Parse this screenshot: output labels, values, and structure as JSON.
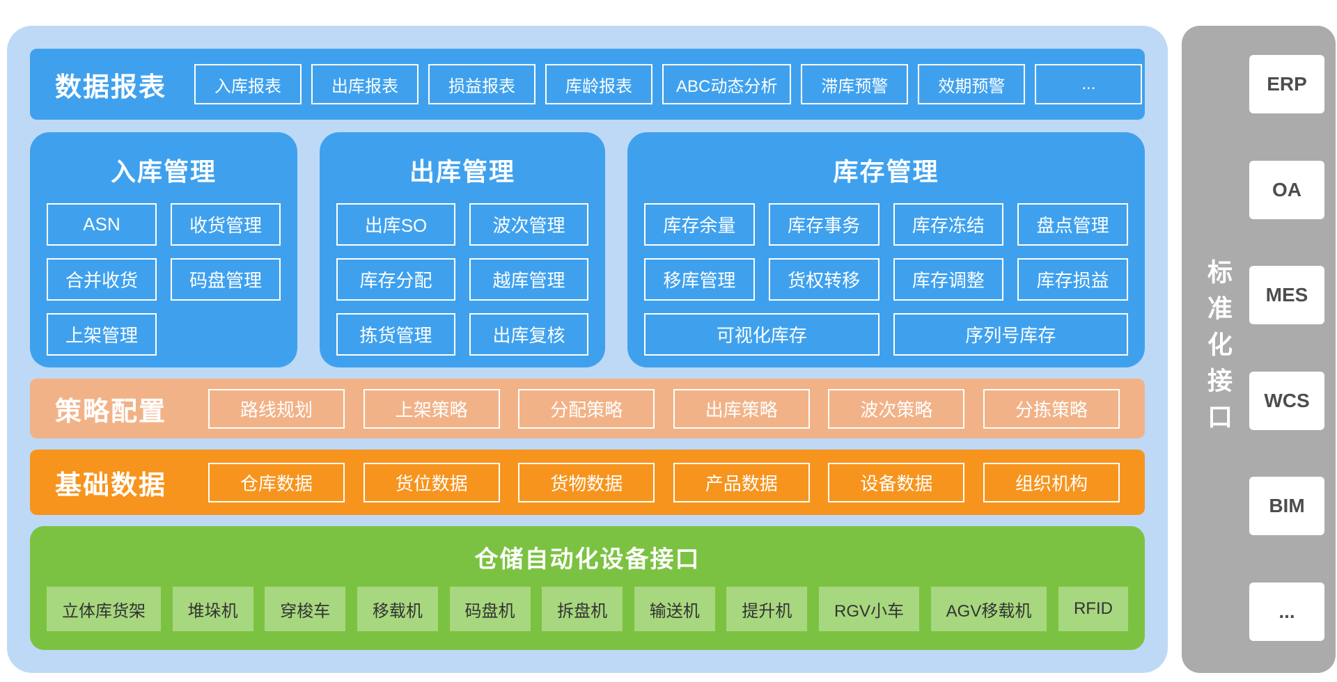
{
  "palette": {
    "container_bg": "#BED9F6",
    "blue": "#3FA1EE",
    "salmon": "#F2B287",
    "orange": "#F7941D",
    "green": "#7CC242",
    "green_item": "#A7D77E",
    "gray": "#ABABAB"
  },
  "reports_bar": {
    "title": "数据报表",
    "items": [
      "入库报表",
      "出库报表",
      "损益报表",
      "库龄报表",
      "ABC动态分析",
      "滞库预警",
      "效期预警",
      "..."
    ]
  },
  "panels": {
    "inbound": {
      "title": "入库管理",
      "items": [
        "ASN",
        "收货管理",
        "合并收货",
        "码盘管理",
        "上架管理"
      ]
    },
    "outbound": {
      "title": "出库管理",
      "items": [
        "出库SO",
        "波次管理",
        "库存分配",
        "越库管理",
        "拣货管理",
        "出库复核"
      ]
    },
    "inventory": {
      "title": "库存管理",
      "items": [
        "库存余量",
        "库存事务",
        "库存冻结",
        "盘点管理",
        "移库管理",
        "货权转移",
        "库存调整",
        "库存损益"
      ],
      "wide_items": [
        "可视化库存",
        "序列号库存"
      ]
    }
  },
  "strategy_bar": {
    "title": "策略配置",
    "items": [
      "路线规划",
      "上架策略",
      "分配策略",
      "出库策略",
      "波次策略",
      "分拣策略"
    ]
  },
  "basic_data_bar": {
    "title": "基础数据",
    "items": [
      "仓库数据",
      "货位数据",
      "货物数据",
      "产品数据",
      "设备数据",
      "组织机构"
    ]
  },
  "automation_panel": {
    "title": "仓储自动化设备接口",
    "items": [
      "立体库货架",
      "堆垛机",
      "穿梭车",
      "移载机",
      "码盘机",
      "拆盘机",
      "输送机",
      "提升机",
      "RGV小车",
      "AGV移载机",
      "RFID"
    ]
  },
  "interface_panel": {
    "title": "标准化接口",
    "items": [
      "ERP",
      "OA",
      "MES",
      "WCS",
      "BIM",
      "..."
    ]
  }
}
